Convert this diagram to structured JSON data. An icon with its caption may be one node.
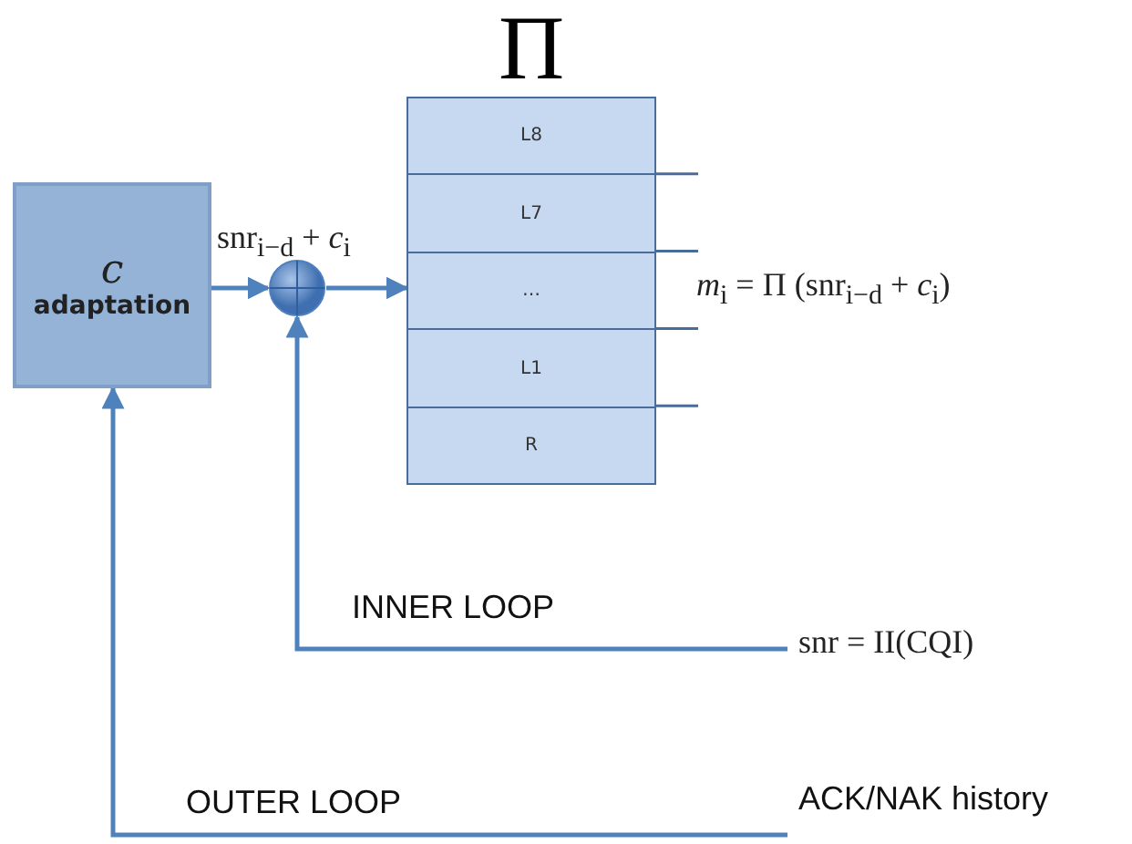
{
  "diagram": {
    "nodes": [
      {
        "text": [
          "c",
          "adaptation"
        ]
      },
      {
        "text": [],
        "shape": "circle"
      },
      {
        "text": [
          "Π"
        ]
      },
      {
        "text": [
          "L8"
        ],
        "in": 2
      },
      {
        "text": [
          "L7"
        ],
        "in": 2
      },
      {
        "text": [
          "…"
        ],
        "in": 2
      },
      {
        "text": [
          "L1"
        ],
        "in": 2
      },
      {
        "text": [
          "R"
        ],
        "in": 2
      },
      {
        "text": [
          "snr = II(CQI)"
        ]
      },
      {
        "text": [
          "ACK/NAK history"
        ]
      }
    ],
    "edges": [
      {
        "from": 0,
        "to": 1,
        "arrow": "to"
      },
      {
        "from": 1,
        "to": 2,
        "arrow": "to",
        "label": "snr$_{i−d}$ + *c*$_{i}$"
      },
      {
        "from": 8,
        "to": 1,
        "arrow": "to"
      },
      {
        "from": 9,
        "to": 0,
        "arrow": "to"
      }
    ],
    "labels": [
      "*m*$_{i}$ = Π (snr$_{i−d}$ + *c*$_{i}$)",
      "INNER LOOP",
      "OUTER LOOP"
    ]
  }
}
